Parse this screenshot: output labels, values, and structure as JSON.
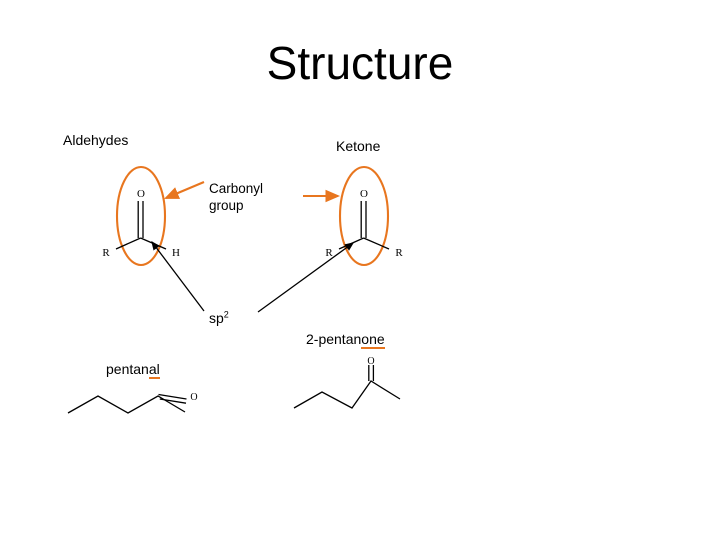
{
  "slide": {
    "title": "Structure",
    "background_color": "#ffffff",
    "accent_color": "#E8761F",
    "line_color": "#000000"
  },
  "sections": {
    "aldehydes_label": "Aldehydes",
    "ketone_label": "Ketone"
  },
  "annotations": {
    "carbonyl_line1": "Carbonyl",
    "carbonyl_line2": "group",
    "hybridization_text": "sp",
    "hybridization_superscript": "2"
  },
  "general_structures": {
    "aldehyde": {
      "name": "aldehyde-general-structure",
      "oxygen_label": "O",
      "left_substituent": "R",
      "right_substituent": "H",
      "highlight_shape": "ellipse",
      "highlight_color": "#E8761F"
    },
    "ketone": {
      "name": "ketone-general-structure",
      "oxygen_label": "O",
      "left_substituent": "R",
      "right_substituent": "R",
      "highlight_shape": "ellipse",
      "highlight_color": "#E8761F"
    }
  },
  "examples": {
    "pentanal": {
      "name_prefix": "pentan",
      "name_suffix": "al",
      "full_name": "pentanal",
      "oxygen_label": "O",
      "skeleton": "five-carbon zigzag chain with terminal C=O"
    },
    "pentanone": {
      "name_prefix": "2-pentan",
      "name_suffix": "one",
      "full_name": "2-pentanone",
      "oxygen_label": "O",
      "skeleton": "five-carbon zigzag chain with C=O at position 2"
    }
  }
}
